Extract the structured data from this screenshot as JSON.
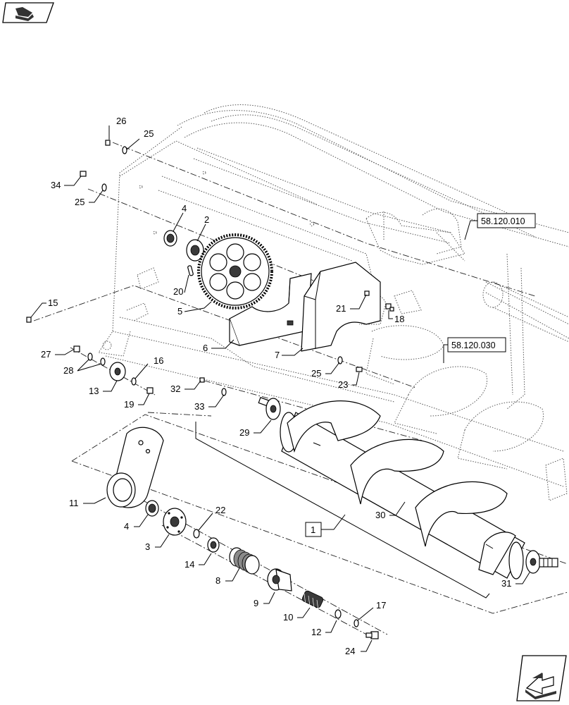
{
  "callouts": {
    "c1": "1",
    "c2": "2",
    "c3": "3",
    "c4a": "4",
    "c4b": "4",
    "c5": "5",
    "c6": "6",
    "c7": "7",
    "c8": "8",
    "c9": "9",
    "c10": "10",
    "c11": "11",
    "c12": "12",
    "c13": "13",
    "c14": "14",
    "c15": "15",
    "c16": "16",
    "c17": "17",
    "c18": "18",
    "c19": "19",
    "c20": "20",
    "c21": "21",
    "c22": "22",
    "c23": "23",
    "c24": "24",
    "c25a": "25",
    "c25b": "25",
    "c25c": "25",
    "c26": "26",
    "c27": "27",
    "c28": "28",
    "c29": "29",
    "c30": "30",
    "c31": "31",
    "c32": "32",
    "c33": "33",
    "c34": "34"
  },
  "references": {
    "ref_a": "58.120.010",
    "ref_b": "58.120.030"
  },
  "icons": {
    "top_left": "book-page-icon",
    "bottom_right": "next-page-arrow-icon"
  }
}
